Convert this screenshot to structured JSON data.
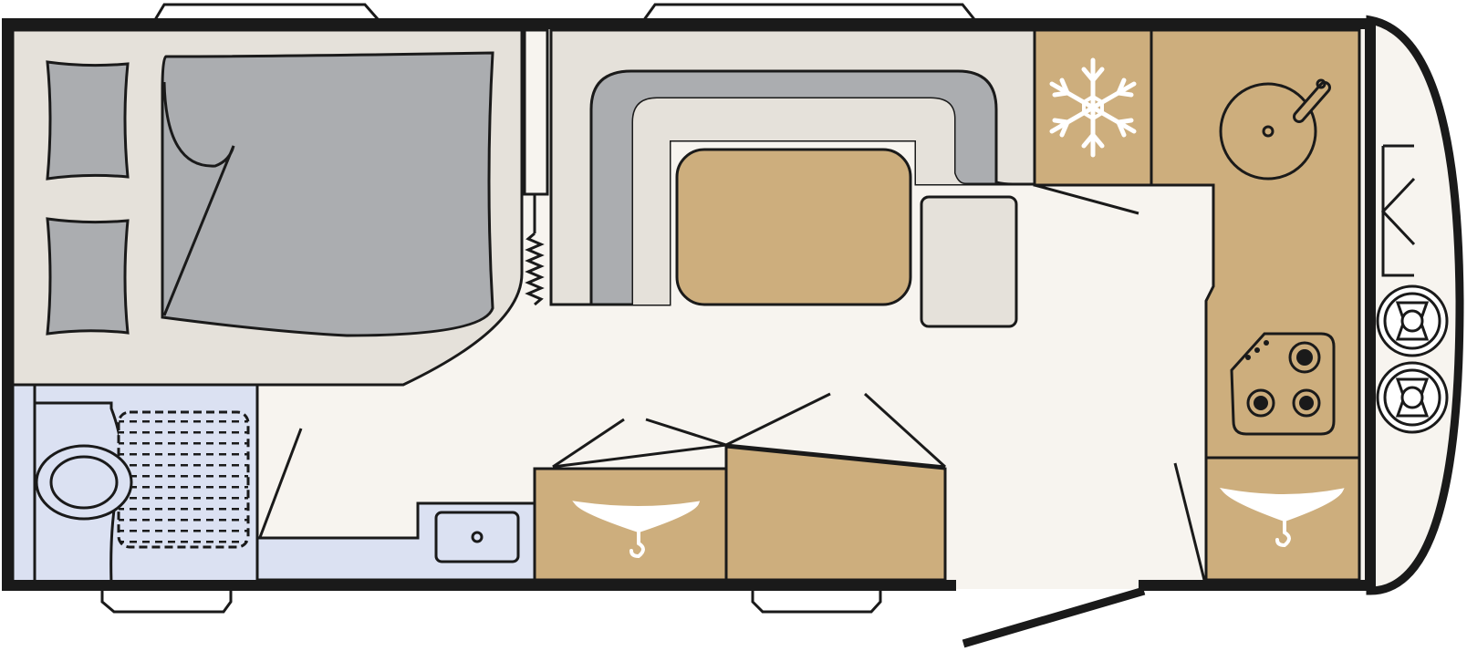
{
  "floorplan": {
    "zones": [
      {
        "id": "bedroom",
        "label": "",
        "type": "bedroom"
      },
      {
        "id": "bathroom",
        "label": "",
        "type": "bathroom"
      },
      {
        "id": "lounge",
        "label": "",
        "type": "dinette"
      },
      {
        "id": "kitchen",
        "label": "",
        "type": "kitchen"
      },
      {
        "id": "wardrobe-center",
        "label": "",
        "type": "wardrobe"
      },
      {
        "id": "wardrobe-right",
        "label": "",
        "type": "wardrobe"
      },
      {
        "id": "washbasin",
        "label": "",
        "type": "washbasin"
      }
    ],
    "appliances": [
      "fridge",
      "sink",
      "stove-3-burner",
      "shower",
      "toilet"
    ],
    "icons": [
      "snowflake-icon",
      "hanger-icon",
      "hanger-icon",
      "gas-bottle-icon",
      "gas-bottle-icon"
    ]
  },
  "colors": {
    "outline": "#1a1a1a",
    "floor": "#f7f4ef",
    "bedroom": "#e5e1da",
    "bed": "#abadb0",
    "bath": "#dbe1f2",
    "wood": "#cdae7d",
    "cushion": "#abadb0",
    "seat": "#e5e1da",
    "white": "#ffffff"
  }
}
